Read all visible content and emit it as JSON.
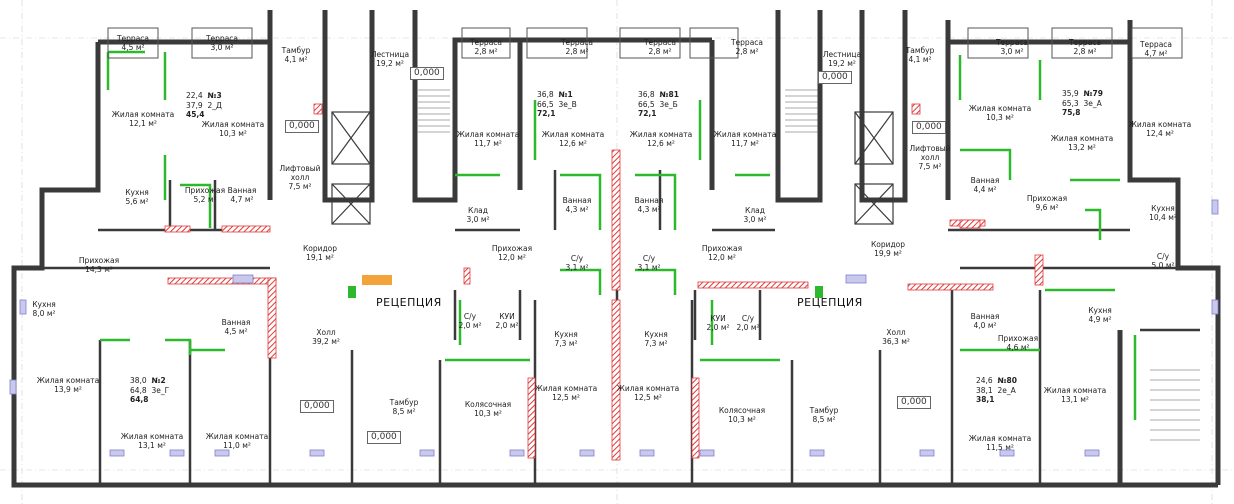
{
  "colors": {
    "wall": "#444444",
    "green": "#2eb82e",
    "red": "#e03a3a",
    "blue": "#8080cc",
    "orange": "#f2a33a",
    "grid": "#cccccc"
  },
  "rooms": [
    {
      "id": "terr1",
      "name": "Терраса",
      "area": "4,5"
    },
    {
      "id": "terr2",
      "name": "Терраса",
      "area": "3,0"
    },
    {
      "id": "tamb1",
      "name": "Тамбур",
      "area": "4,1"
    },
    {
      "id": "stair1",
      "name": "Лестница",
      "area": "19,2"
    },
    {
      "id": "terr3",
      "name": "Терраса",
      "area": "2,8"
    },
    {
      "id": "terr4",
      "name": "Терраса",
      "area": "2,8"
    },
    {
      "id": "terr5",
      "name": "Терраса",
      "area": "2,8"
    },
    {
      "id": "terr6",
      "name": "Терраса",
      "area": "2,8"
    },
    {
      "id": "stair2",
      "name": "Лестница",
      "area": "19,2"
    },
    {
      "id": "tamb2",
      "name": "Тамбур",
      "area": "4,1"
    },
    {
      "id": "terr7",
      "name": "Терраса",
      "area": "3,0"
    },
    {
      "id": "terr8",
      "name": "Терраса",
      "area": "2,8"
    },
    {
      "id": "terr9",
      "name": "Терраса",
      "area": "4,7"
    },
    {
      "id": "liv1",
      "name": "Жилая комната",
      "area": "12,1"
    },
    {
      "id": "liv2",
      "name": "Жилая комната",
      "area": "10,3"
    },
    {
      "id": "kit1",
      "name": "Кухня",
      "area": "5,6"
    },
    {
      "id": "hall1",
      "name": "Прихожая",
      "area": "5,2"
    },
    {
      "id": "bath1",
      "name": "Ванная",
      "area": "4,7"
    },
    {
      "id": "lifthall1",
      "name": "Лифтовый холл",
      "area": "7,5"
    },
    {
      "id": "liv3",
      "name": "Жилая комната",
      "area": "11,7"
    },
    {
      "id": "liv4",
      "name": "Жилая комната",
      "area": "12,6"
    },
    {
      "id": "liv5",
      "name": "Жилая комната",
      "area": "12,6"
    },
    {
      "id": "liv6",
      "name": "Жилая комната",
      "area": "11,7"
    },
    {
      "id": "liv7",
      "name": "Жилая комната",
      "area": "10,3"
    },
    {
      "id": "liv8",
      "name": "Жилая комната",
      "area": "12,4"
    },
    {
      "id": "liv9",
      "name": "Жилая комната",
      "area": "13,2"
    },
    {
      "id": "lifthall2",
      "name": "Лифтовый холл",
      "area": "7,5"
    },
    {
      "id": "bath2",
      "name": "Ванная",
      "area": "4,4"
    },
    {
      "id": "hall2",
      "name": "Прихожая",
      "area": "9,6"
    },
    {
      "id": "kit2",
      "name": "Кухня",
      "area": "10,4"
    },
    {
      "id": "bath3",
      "name": "Ванная",
      "area": "4,3"
    },
    {
      "id": "bath4",
      "name": "Ванная",
      "area": "4,3"
    },
    {
      "id": "klad1",
      "name": "Клад",
      "area": "3,0"
    },
    {
      "id": "klad2",
      "name": "Клад",
      "area": "3,0"
    },
    {
      "id": "hall3",
      "name": "Прихожая",
      "area": "14,3"
    },
    {
      "id": "corr1",
      "name": "Коридор",
      "area": "19,1"
    },
    {
      "id": "hall4",
      "name": "Прихожая",
      "area": "12,0"
    },
    {
      "id": "su1",
      "name": "С/у",
      "area": "3,1"
    },
    {
      "id": "su2",
      "name": "С/у",
      "area": "3,1"
    },
    {
      "id": "hall5",
      "name": "Прихожая",
      "area": "12,0"
    },
    {
      "id": "corr2",
      "name": "Коридор",
      "area": "19,9"
    },
    {
      "id": "su3",
      "name": "С/у",
      "area": "5,0"
    },
    {
      "id": "kit3",
      "name": "Кухня",
      "area": "8,0"
    },
    {
      "id": "bath5",
      "name": "Ванная",
      "area": "4,5"
    },
    {
      "id": "su4",
      "name": "С/у",
      "area": "2,0"
    },
    {
      "id": "kui1",
      "name": "КУИ",
      "area": "2,0"
    },
    {
      "id": "kit4",
      "name": "Кухня",
      "area": "7,3"
    },
    {
      "id": "kit5",
      "name": "Кухня",
      "area": "7,3"
    },
    {
      "id": "kui2",
      "name": "КУИ",
      "area": "2,0"
    },
    {
      "id": "su5",
      "name": "С/у",
      "area": "2,0"
    },
    {
      "id": "bath6",
      "name": "Ванная",
      "area": "4,0"
    },
    {
      "id": "kit6",
      "name": "Кухня",
      "area": "4,9"
    },
    {
      "id": "holl1",
      "name": "Холл",
      "area": "39,2"
    },
    {
      "id": "holl2",
      "name": "Холл",
      "area": "36,3"
    },
    {
      "id": "hall6",
      "name": "Прихожая",
      "area": "4,6"
    },
    {
      "id": "liv10",
      "name": "Жилая комната",
      "area": "13,9"
    },
    {
      "id": "liv11",
      "name": "Жилая комната",
      "area": "12,5"
    },
    {
      "id": "liv12",
      "name": "Жилая комната",
      "area": "12,5"
    },
    {
      "id": "liv13",
      "name": "Жилая комната",
      "area": "13,1"
    },
    {
      "id": "tamb3",
      "name": "Тамбур",
      "area": "8,5"
    },
    {
      "id": "kol1",
      "name": "Колясочная",
      "area": "10,3"
    },
    {
      "id": "kol2",
      "name": "Колясочная",
      "area": "10,3"
    },
    {
      "id": "tamb4",
      "name": "Тамбур",
      "area": "8,5"
    },
    {
      "id": "liv14",
      "name": "Жилая комната",
      "area": "13,1"
    },
    {
      "id": "liv15",
      "name": "Жилая комната",
      "area": "11,0"
    },
    {
      "id": "liv16",
      "name": "Жилая комната",
      "area": "11,5"
    }
  ],
  "unit": "м²",
  "reception": "РЕЦЕПЦИЯ",
  "marks": [
    "0,000",
    "0,000",
    "0,000",
    "0,000",
    "0,000",
    "0,000",
    "0,000"
  ],
  "apartments": [
    {
      "l1": "22,4",
      "l2": "37,9",
      "l3": "45,4",
      "num": "№3",
      "type": "2_Д"
    },
    {
      "l1": "36,8",
      "l2": "66,5",
      "l3": "72,1",
      "num": "№1",
      "type": "3е_В"
    },
    {
      "l1": "36,8",
      "l2": "66,5",
      "l3": "72,1",
      "num": "№81",
      "type": "3е_Б"
    },
    {
      "l1": "35,9",
      "l2": "65,3",
      "l3": "75,8",
      "num": "№79",
      "type": "3е_А"
    },
    {
      "l1": "38,0",
      "l2": "64,8",
      "l3": "64,8",
      "num": "№2",
      "type": "3е_Г"
    },
    {
      "l1": "24,6",
      "l2": "38,1",
      "l3": "38,1",
      "num": "№80",
      "type": "2е_А"
    }
  ]
}
